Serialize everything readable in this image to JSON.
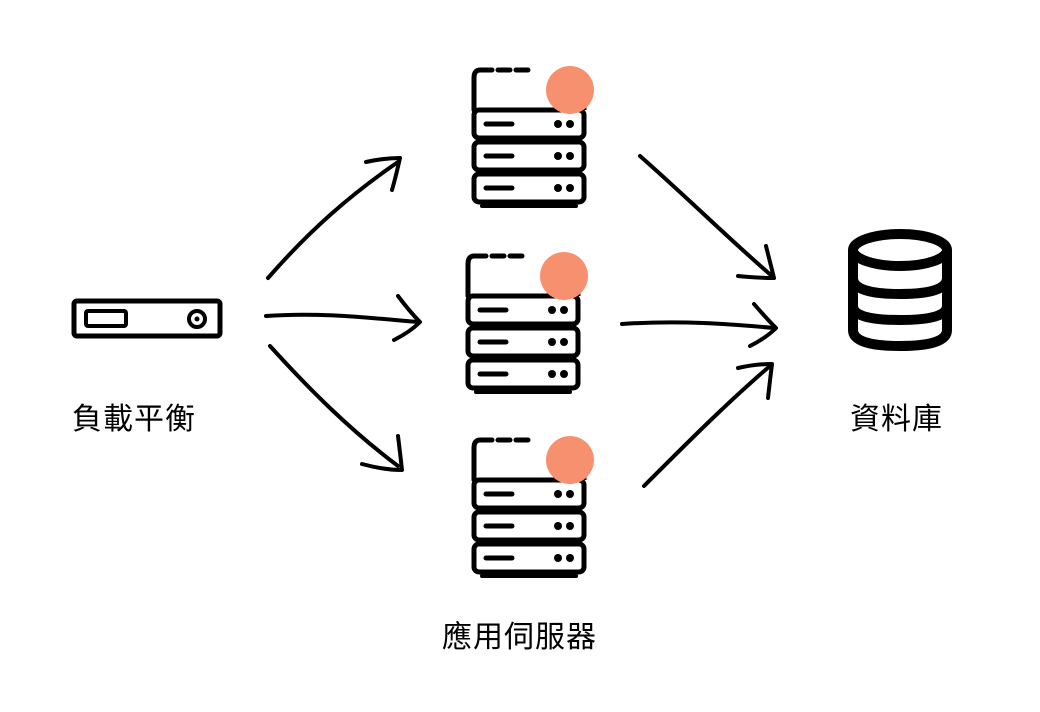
{
  "diagram": {
    "nodes": {
      "load_balancer": {
        "label": "負載平衡",
        "icon": "load-balancer-icon"
      },
      "app_servers": {
        "label": "應用伺服器",
        "icon": "server-icon",
        "count": 3
      },
      "database": {
        "label": "資料庫",
        "icon": "database-icon"
      }
    },
    "edges": [
      {
        "from": "load_balancer",
        "to": "app_server_1"
      },
      {
        "from": "load_balancer",
        "to": "app_server_2"
      },
      {
        "from": "load_balancer",
        "to": "app_server_3"
      },
      {
        "from": "app_server_1",
        "to": "database"
      },
      {
        "from": "app_server_2",
        "to": "database"
      },
      {
        "from": "app_server_3",
        "to": "database"
      }
    ],
    "colors": {
      "stroke": "#000000",
      "status_dot": "#F7906E",
      "background": "#FFFFFF"
    }
  }
}
